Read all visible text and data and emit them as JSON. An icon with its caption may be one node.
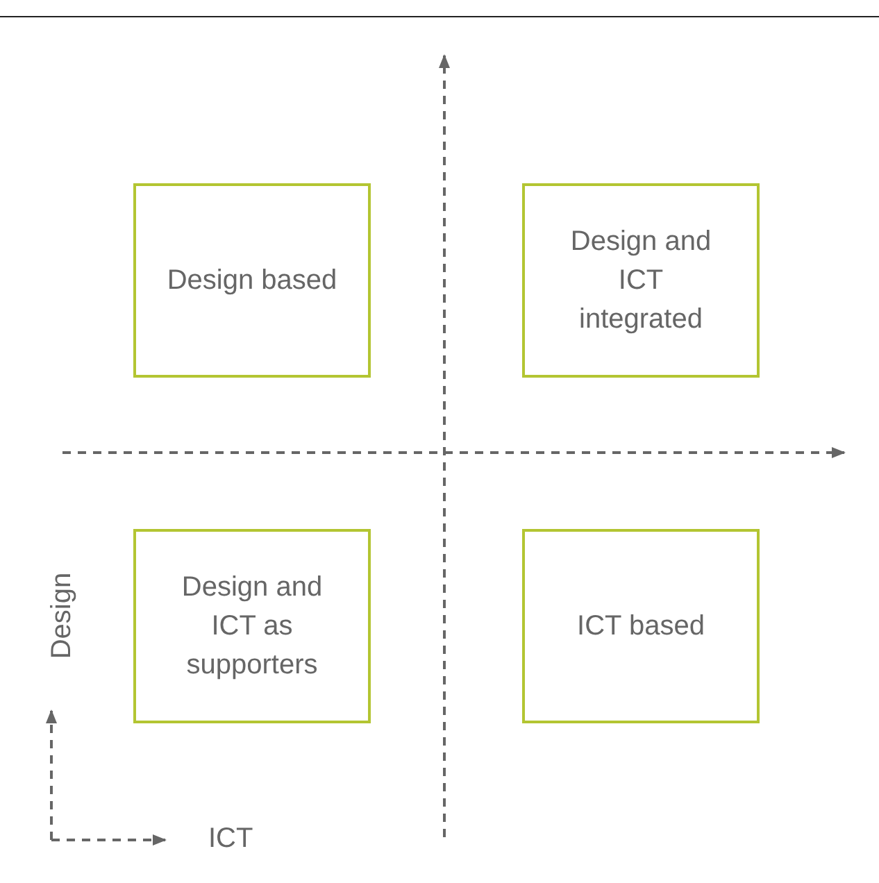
{
  "diagram": {
    "nodes": [
      {
        "text": [
          "Design based"
        ]
      },
      {
        "text": [
          "Design and ICT integrated"
        ]
      },
      {
        "text": [
          "Design and ICT as supporters"
        ]
      },
      {
        "text": [
          "ICT based"
        ]
      }
    ],
    "labels": [
      "Design",
      "ICT"
    ]
  }
}
